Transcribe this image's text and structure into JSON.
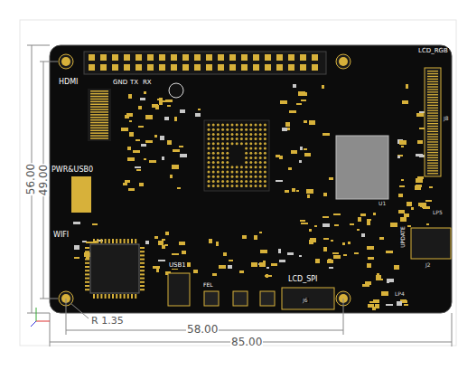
{
  "diagram": {
    "labels": [
      "HDMI",
      "GND",
      "TX",
      "RX",
      "LCD_RGB",
      "PWR&USB0",
      "WIFI",
      "J8",
      "U1",
      "LP5",
      "J2",
      "UPDATE",
      "USB1",
      "FEL",
      "LCD_SPI",
      "J6",
      "LP4",
      "R 1.35",
      "58.00",
      "85.00",
      "56.00",
      "49.00"
    ]
  }
}
